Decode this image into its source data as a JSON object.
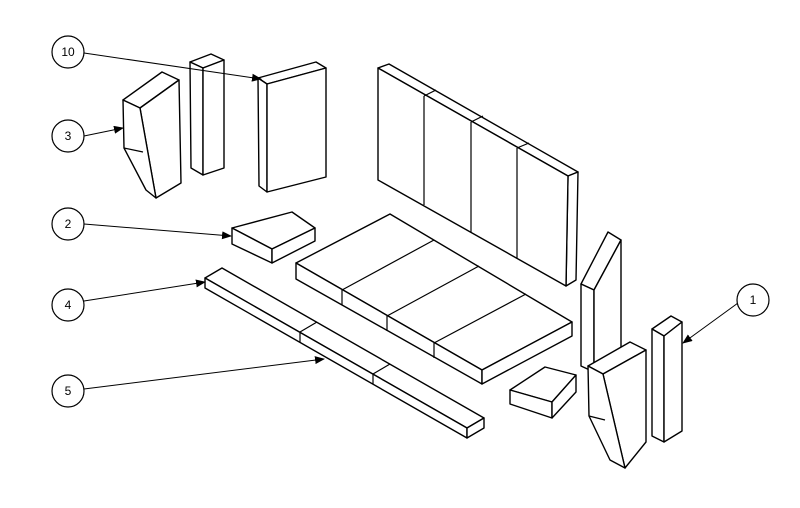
{
  "diagram": {
    "type": "exploded-view",
    "callouts": [
      {
        "id": "c10",
        "label": "10"
      },
      {
        "id": "c3",
        "label": "3"
      },
      {
        "id": "c2",
        "label": "2"
      },
      {
        "id": "c4",
        "label": "4"
      },
      {
        "id": "c5",
        "label": "5"
      },
      {
        "id": "c1",
        "label": "1"
      }
    ]
  },
  "colors": {
    "line": "#000000",
    "background": "#ffffff"
  }
}
